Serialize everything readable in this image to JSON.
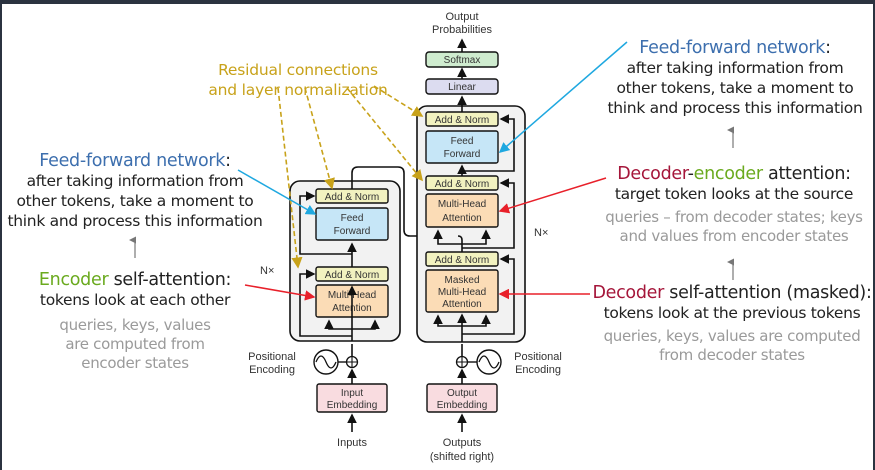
{
  "colors": {
    "frame": "#2b3340",
    "feed_forward_fill": "#c6e6f7",
    "attention_fill": "#fbdcb6",
    "add_norm_fill": "#f2f2c0",
    "embedding_fill": "#f9dce0",
    "softmax_fill": "#cfeccf",
    "linear_fill": "#dcdcf0",
    "stack_fill": "#f2f2f2",
    "residual_arrow": "#c8a21a",
    "ffn_pointer": "#1fa8e0",
    "attention_pointer": "#e8202a"
  },
  "diagram": {
    "output_probabilities": [
      "Output",
      "Probabilities"
    ],
    "softmax": "Softmax",
    "linear": "Linear",
    "add_norm": "Add & Norm",
    "feed_forward": [
      "Feed",
      "Forward"
    ],
    "multi_head_attention": [
      "Multi-Head",
      "Attention"
    ],
    "masked_multi_head_attention": [
      "Masked",
      "Multi-Head",
      "Attention"
    ],
    "nx": "N×",
    "positional_encoding": [
      "Positional",
      "Encoding"
    ],
    "input_embedding": [
      "Input",
      "Embedding"
    ],
    "output_embedding": [
      "Output",
      "Embedding"
    ],
    "inputs": "Inputs",
    "outputs": [
      "Outputs",
      "(shifted right)"
    ]
  },
  "annotations": {
    "residual": [
      "Residual connections",
      "and layer normalization"
    ],
    "ffn_left": {
      "title": "Feed-forward network",
      "colon": ":",
      "lines": [
        "after taking information from",
        "other tokens, take a moment to",
        "think and process this information"
      ]
    },
    "encoder_self_attention": {
      "title_colored": "Encoder",
      "title_rest": " self-attention:",
      "desc": "tokens look at each other",
      "gray": [
        "queries, keys, values",
        "are computed from",
        "encoder states"
      ]
    },
    "ffn_right": {
      "title": "Feed-forward network",
      "colon": ":",
      "lines": [
        "after taking information from",
        "other tokens, take a moment to",
        "think and process this information"
      ]
    },
    "decoder_encoder_attention": {
      "title_part1": "Decoder",
      "title_dash": "-",
      "title_part2": "encoder",
      "title_rest": " attention:",
      "desc": "target token looks at the source",
      "gray": [
        "queries – from decoder states; keys",
        "and values from encoder states"
      ]
    },
    "decoder_self_attention": {
      "title_colored": "Decoder",
      "title_rest": " self-attention (masked):",
      "desc": "tokens look at the previous tokens",
      "gray": [
        "queries, keys, values are computed",
        "from decoder states"
      ]
    }
  }
}
